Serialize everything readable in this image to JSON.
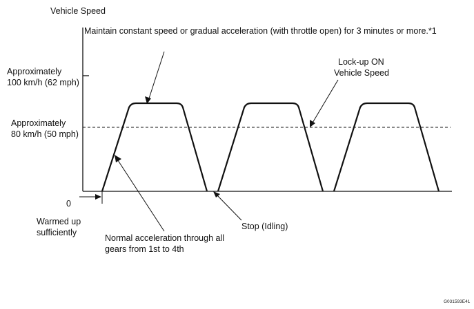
{
  "axis_title": "Vehicle Speed",
  "top_note": "Maintain constant speed or gradual acceleration (with throttle open) for 3 minutes or more.*1",
  "y_label_100": [
    "Approximately",
    "100 km/h (62 mph)"
  ],
  "y_label_80": [
    "Approximately",
    "80 km/h (50 mph)"
  ],
  "y_label_zero": "0",
  "lockup_label": [
    "Lock-up ON",
    "Vehicle Speed"
  ],
  "warmed_label": [
    "Warmed up",
    "sufficiently"
  ],
  "stop_label": "Stop (Idling)",
  "accel_label": [
    "Normal acceleration through all",
    "gears from 1st to 4th"
  ],
  "figure_code": "G031593E41"
}
